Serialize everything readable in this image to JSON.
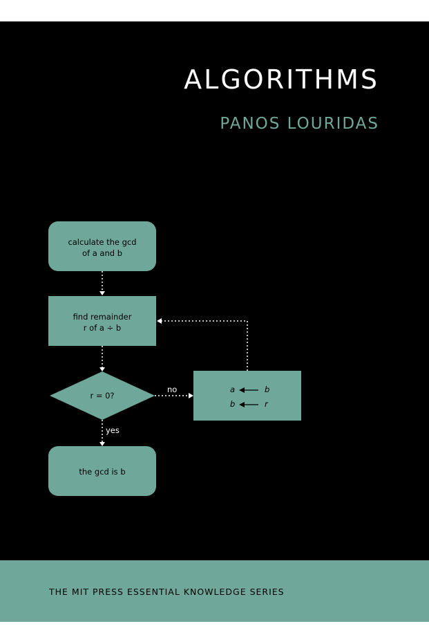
{
  "book": {
    "title": "ALGORITHMS",
    "author": "PANOS LOURIDAS",
    "series": "THE MIT PRESS ESSENTIAL KNOWLEDGE SERIES"
  },
  "flowchart": {
    "start_line1": "calculate the gcd",
    "start_line2": "of a and b",
    "step_line1": "find remainder",
    "step_line2": "r of a ÷ b",
    "decision": "r = 0?",
    "no_label": "no",
    "yes_label": "yes",
    "assign_a": "a",
    "assign_a_value": "b",
    "assign_b": "b",
    "assign_b_value": "r",
    "end": "the gcd is b"
  },
  "colors": {
    "background": "#000000",
    "accent": "#6fa89a",
    "title": "#ffffff"
  }
}
